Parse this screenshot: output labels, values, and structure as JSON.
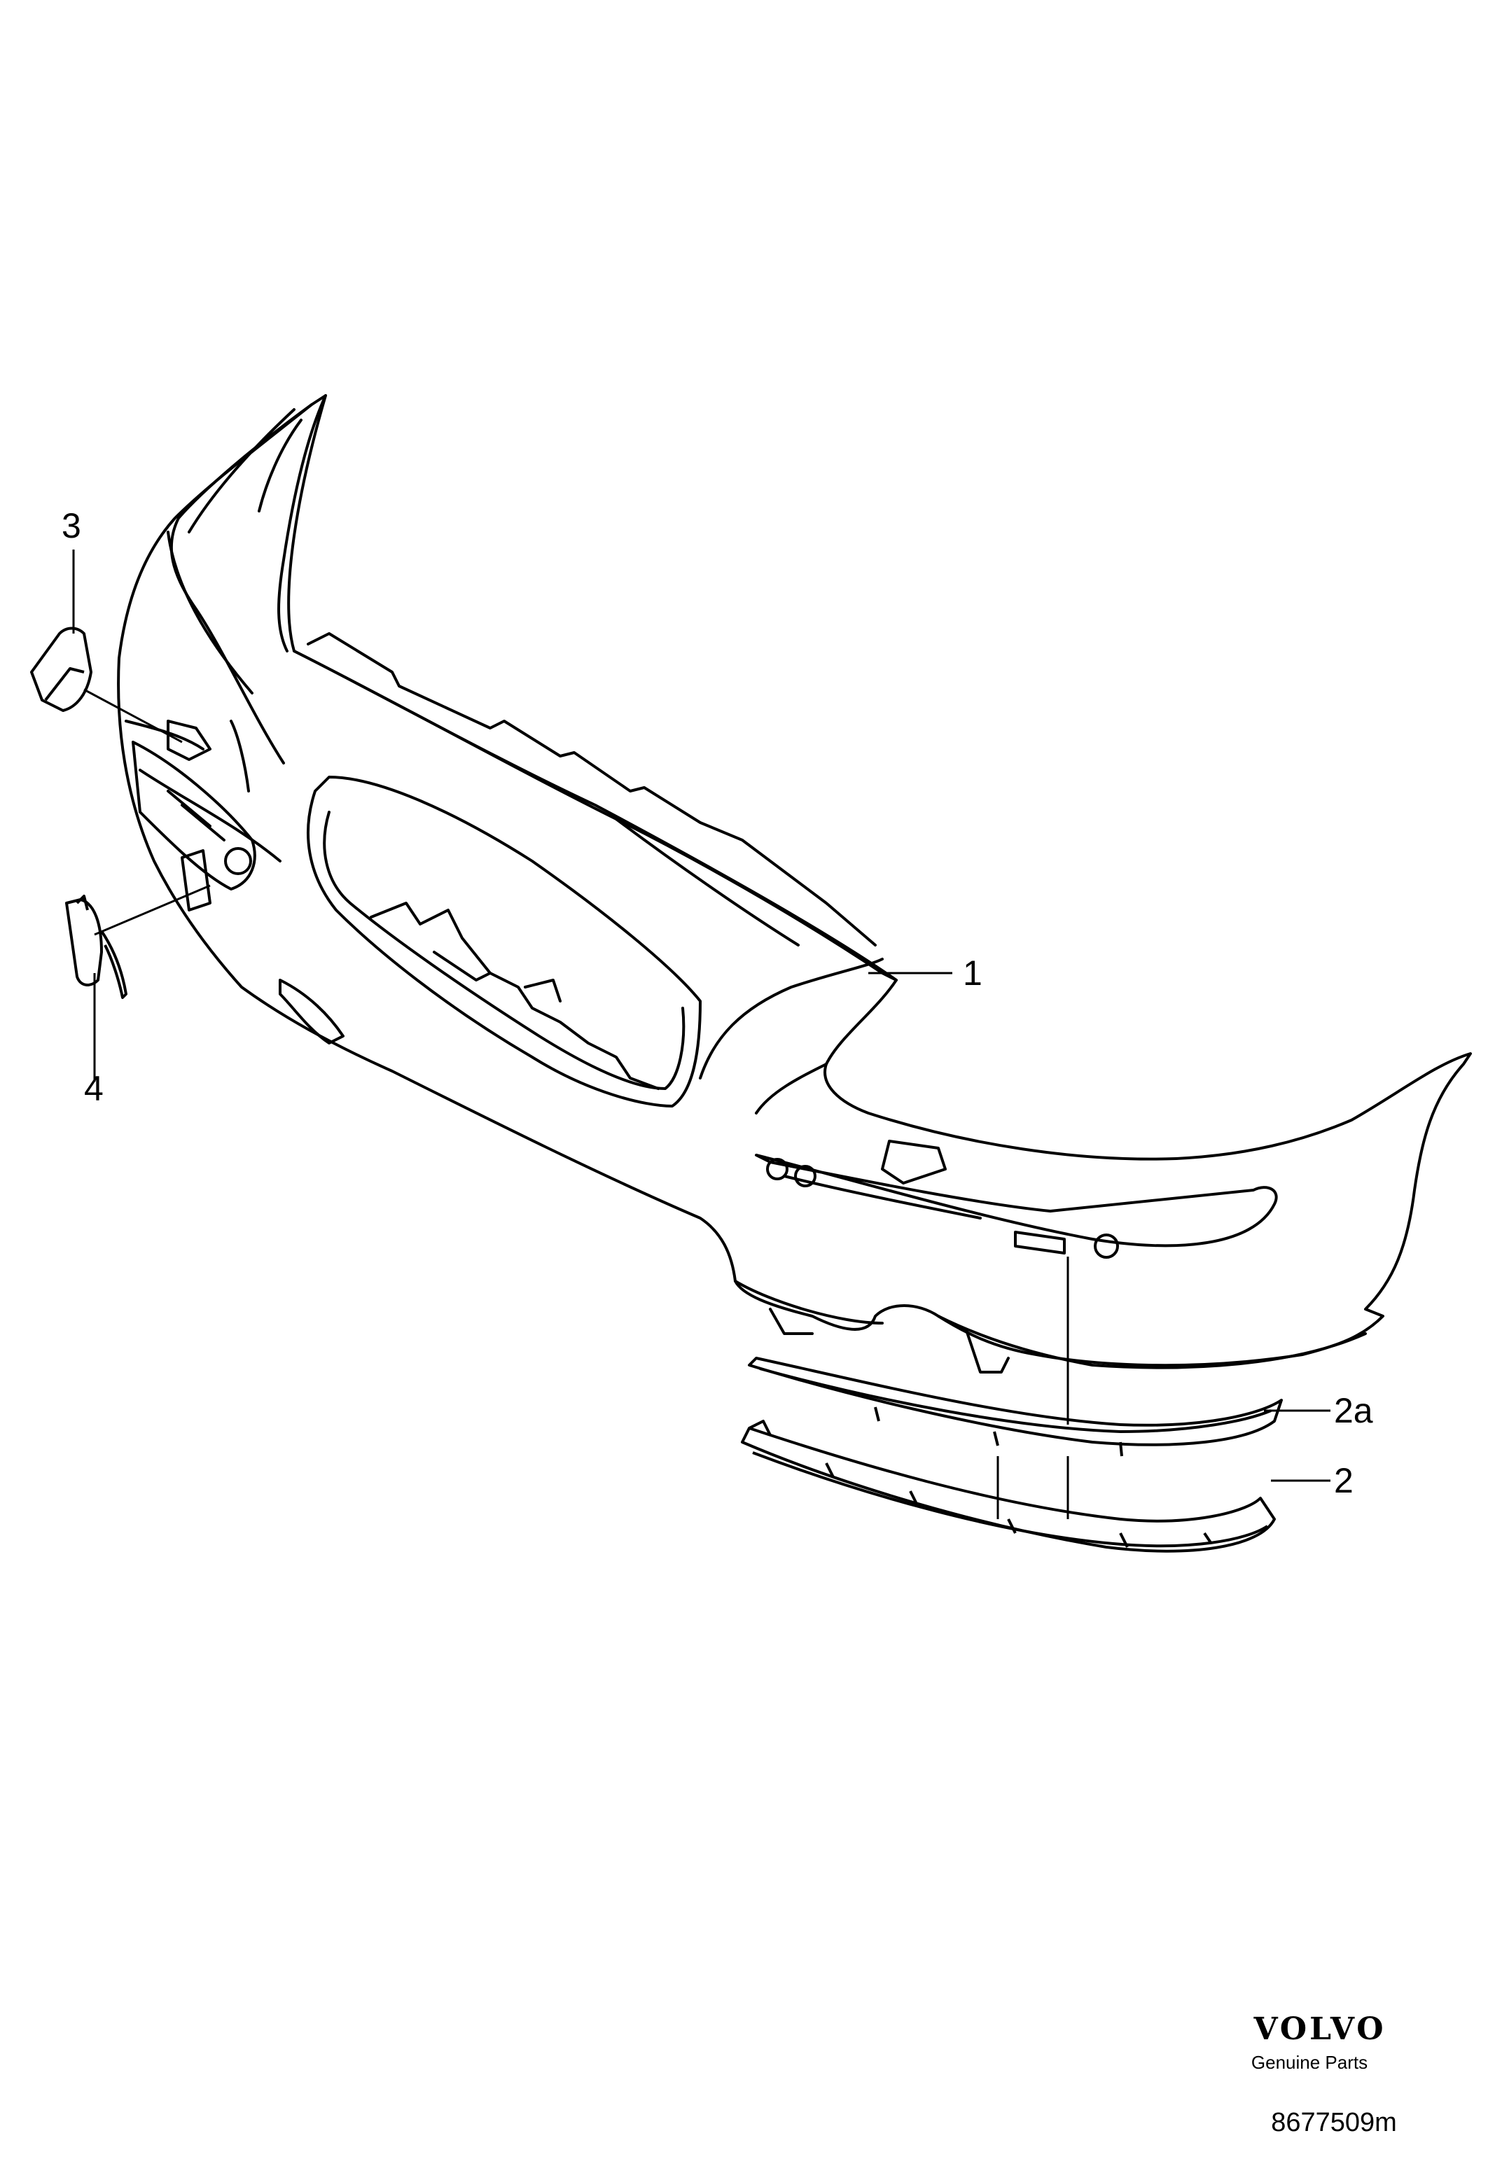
{
  "callouts": {
    "part_1": "1",
    "part_2a": "2a",
    "part_2": "2",
    "part_3": "3",
    "part_4": "4"
  },
  "branding": {
    "brand": "VOLVO",
    "tagline": "Genuine Parts"
  },
  "document_number": "8677509m"
}
